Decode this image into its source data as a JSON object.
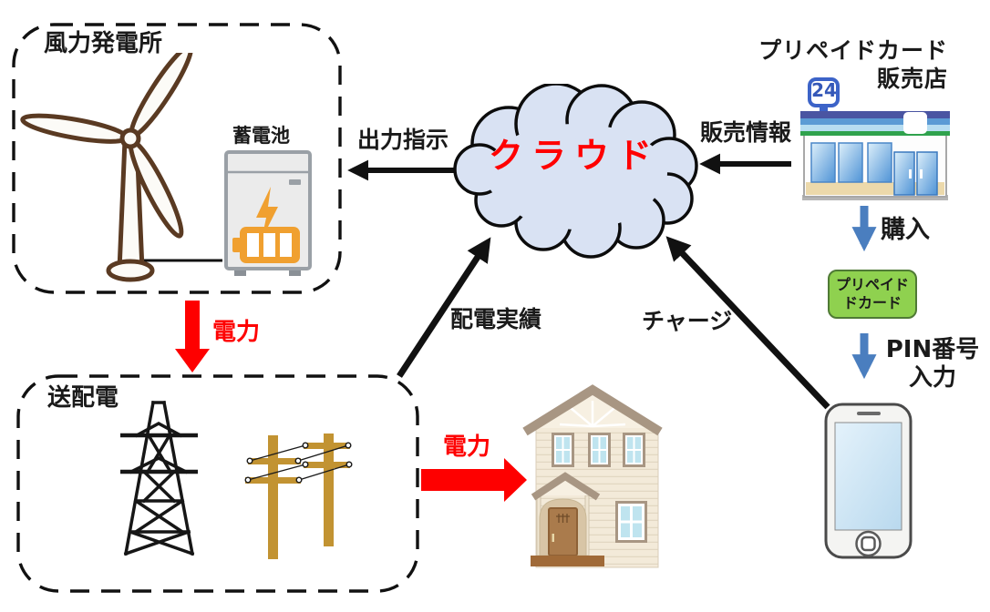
{
  "nodes": {
    "wind_plant": {
      "label": "風力発電所",
      "battery_label": "蓄電池",
      "icon": "wind-turbine-icon"
    },
    "cloud": {
      "label": "クラウド",
      "text_color": "#ff0000",
      "fill_color": "#d9e2f3"
    },
    "store": {
      "name_line1": "プリペイドカード",
      "name_line2": "販売店",
      "sign_text": "24",
      "icon": "convenience-store-icon"
    },
    "prepaid_card": {
      "line1": "プリペイド",
      "line2": "ドカード",
      "fill_color": "#8fd14f",
      "border_color": "#4f7a35"
    },
    "grid": {
      "label": "送配電",
      "icons": [
        "transmission-tower-icon",
        "utility-poles-icon"
      ]
    },
    "house": {
      "icon": "house-icon"
    },
    "smartphone": {
      "icon": "smartphone-icon"
    }
  },
  "edges": {
    "output_instruction": {
      "label": "出力指示",
      "from": "クラウド",
      "to": "風力発電所",
      "color": "#111111"
    },
    "sales_info": {
      "label": "販売情報",
      "from": "プリペイドカード販売店",
      "to": "クラウド",
      "color": "#111111"
    },
    "power_wind_to_grid": {
      "label": "電力",
      "from": "風力発電所",
      "to": "送配電",
      "color": "#fe0000"
    },
    "distribution_record": {
      "label": "配電実績",
      "from": "送配電",
      "to": "クラウド",
      "color": "#111111"
    },
    "charge": {
      "label": "チャージ",
      "from": "スマートフォン",
      "to": "クラウド",
      "color": "#111111"
    },
    "purchase": {
      "label": "購入",
      "from": "プリペイドカード販売店",
      "to": "プリペイドカード",
      "color": "#4a7ebf"
    },
    "pin_entry": {
      "label_line1": "PIN番号",
      "label_line2": "入力",
      "from": "プリペイドカード",
      "to": "スマートフォン",
      "color": "#4a7ebf"
    },
    "power_grid_to_house": {
      "label": "電力",
      "from": "送配電",
      "to": "住宅",
      "color": "#fe0000"
    }
  },
  "colors": {
    "red_accent": "#fe0000",
    "blue_arrow": "#4a7ebf",
    "black_arrow": "#111111",
    "cloud_fill": "#d9e2f3",
    "card_green": "#8fd14f",
    "battery_orange": "#f0a030",
    "pole_gold": "#c29332"
  }
}
